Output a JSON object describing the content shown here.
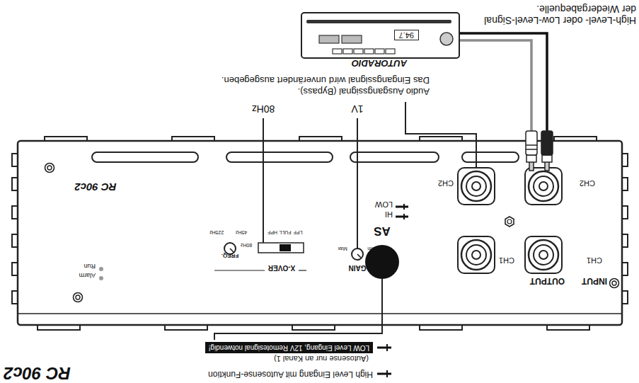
{
  "diagram": {
    "title": "RC 90c2",
    "nodes": [
      {
        "text": [
          "RC 90c2"
        ]
      },
      {
        "text": [
          "AUTORADIO",
          "94.7"
        ]
      }
    ],
    "edges": [
      {
        "from": 1,
        "to": 0,
        "arrow": "none"
      },
      {
        "from": 1,
        "to": 0,
        "arrow": "none"
      }
    ],
    "labels": [
      "INPUT",
      "OUTPUT",
      "CH1",
      "CH2",
      "CH1",
      "CH2",
      "AS",
      "HI",
      "LOW",
      "GAIN",
      "Min",
      "Max",
      "X-OVER",
      "FREQ.",
      "LPF",
      "FULL",
      "HPF",
      "45Hz",
      "80Hz",
      "225Hz",
      "Alarm",
      "Run",
      "1V",
      "80Hz",
      "Audio Ausgangssignal (Bypass).",
      "Das Eingangssignal wird unverändert ausgegeben.",
      "High-Level- oder Low-Level-Signal",
      "der Wiedergabequelle.",
      "(Autosense nur an Kanal 1)"
    ],
    "legend": [
      {
        "text": "High Level Eingang mit Autosense-Funktion"
      },
      {
        "text": "LOW Level Eingang, 12V Remotesignal notwendig!"
      }
    ]
  }
}
